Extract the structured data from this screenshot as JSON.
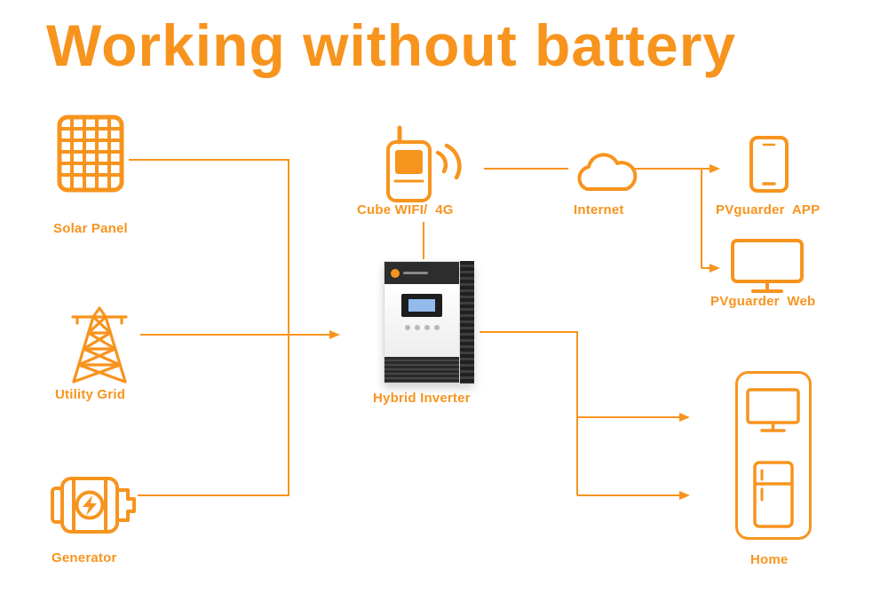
{
  "title": "Working without battery",
  "colors": {
    "accent": "#F7941E"
  },
  "nodes": {
    "solar_panel": {
      "label": "Solar Panel"
    },
    "utility_grid": {
      "label": "Utility Grid"
    },
    "generator": {
      "label": "Generator"
    },
    "cube_wifi": {
      "label": "Cube WIFI/  4G"
    },
    "internet": {
      "label": "Internet"
    },
    "hybrid_inverter": {
      "label": "Hybrid Inverter"
    },
    "pvguarder_app": {
      "label": "PVguarder  APP"
    },
    "pvguarder_web": {
      "label": "PVguarder  Web"
    },
    "home": {
      "label": "Home"
    }
  }
}
